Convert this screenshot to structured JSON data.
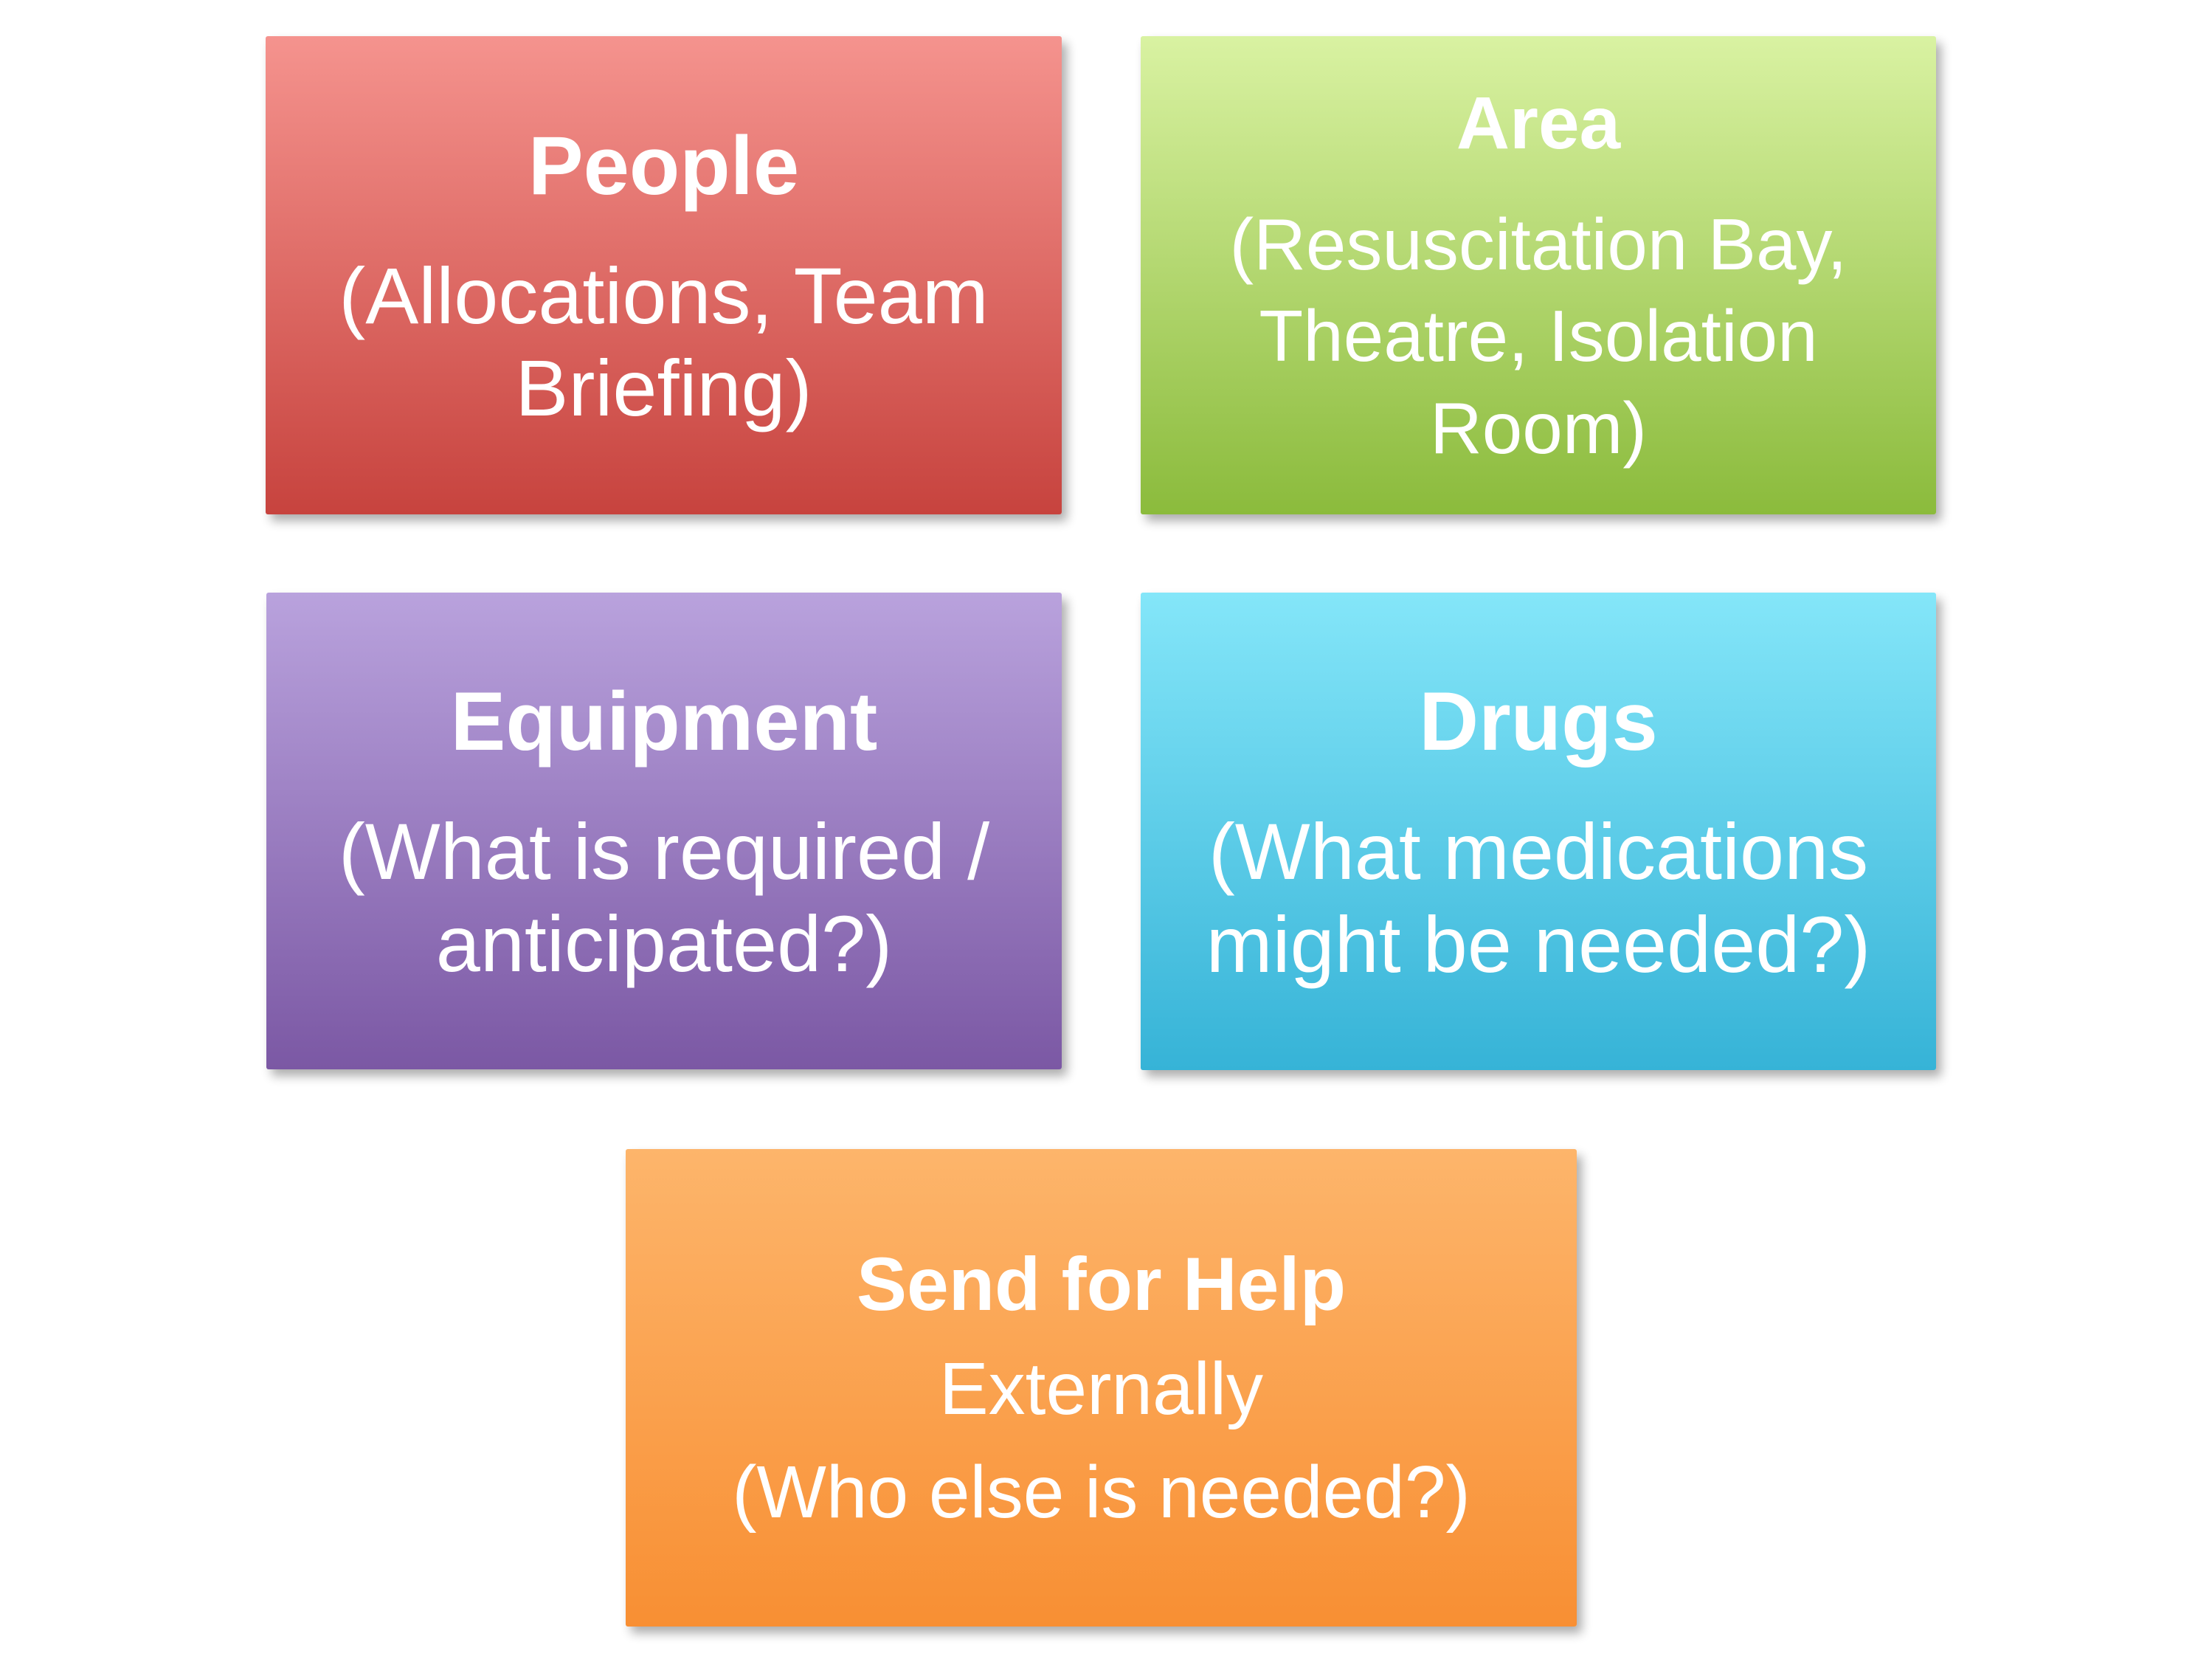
{
  "page": {
    "background_color": "#ffffff",
    "text_color": "#ffffff"
  },
  "cards": [
    {
      "id": "people",
      "title": "People",
      "body": "(Allocations, Team\nBriefing)",
      "gradient_top": "#F5938E",
      "gradient_bottom": "#C7433E",
      "text_color": "#FFFFFF"
    },
    {
      "id": "area",
      "title": "Area",
      "body": "(Resuscitation Bay,\nTheatre, Isolation\nRoom)",
      "gradient_top": "#D9F2A2",
      "gradient_bottom": "#8BBB3C",
      "text_color": "#FFFFFF"
    },
    {
      "id": "equipment",
      "title": "Equipment",
      "body": "(What is required /\nanticipated?)",
      "gradient_top": "#B9A2DD",
      "gradient_bottom": "#7B58A4",
      "text_color": "#FFFFFF"
    },
    {
      "id": "drugs",
      "title": "Drugs",
      "body": "(What medications\nmight be needed?)",
      "gradient_top": "#84E6F9",
      "gradient_bottom": "#36B3D7",
      "text_color": "#FFFFFF"
    },
    {
      "id": "send-for-help",
      "title": "Send for Help",
      "paragraphs": [
        "Externally",
        "(Who else is needed?)"
      ],
      "gradient_top": "#FDB56B",
      "gradient_bottom": "#F88F33",
      "text_color": "#FFFFFF"
    }
  ]
}
